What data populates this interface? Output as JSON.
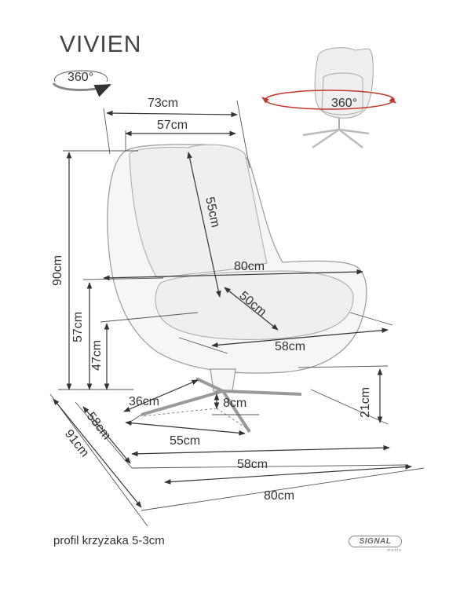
{
  "title": "VIVIEN",
  "rotation_icon_label": "360°",
  "thumb_rotation_label": "360°",
  "caption": "profil krzyżaka 5-3cm",
  "logo": {
    "brand": "SIGNAL",
    "sub": "meble"
  },
  "dimensions": {
    "back_width_top": "73cm",
    "back_width_inner": "57cm",
    "back_height": "55cm",
    "total_height": "90cm",
    "seat_height": "57cm",
    "seat_low_height": "47cm",
    "seat_width": "80cm",
    "seat_depth": "50cm",
    "seat_inner_width": "58cm",
    "base_36": "36cm",
    "base_8": "8cm",
    "base_21": "21cm",
    "base_58_side": "58cm",
    "base_55": "55cm",
    "base_58_bottom": "58cm",
    "total_depth": "91cm",
    "total_width": "80cm"
  }
}
